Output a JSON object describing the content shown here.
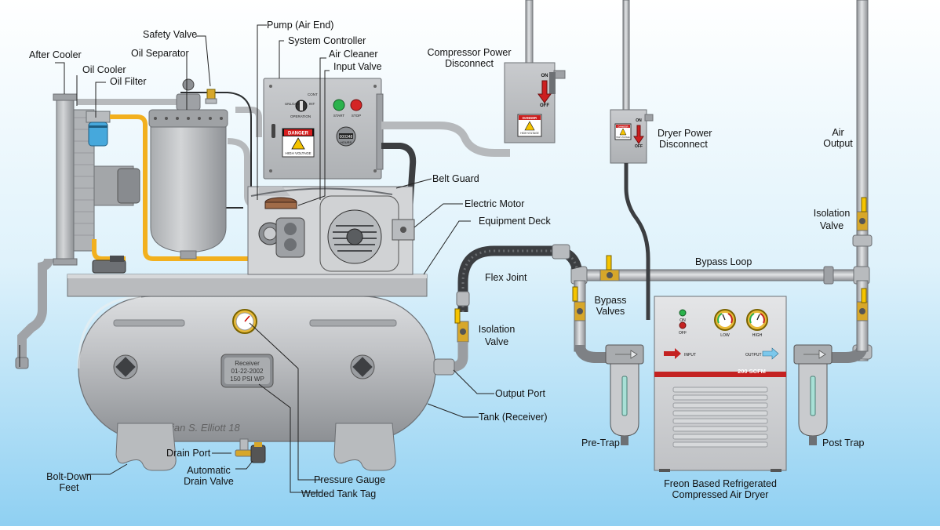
{
  "labels": {
    "after_cooler": "After Cooler",
    "oil_cooler": "Oil Cooler",
    "oil_filter": "Oil Filter",
    "safety_valve": "Safety Valve",
    "oil_separator": "Oil Separator",
    "pump": "Pump (Air End)",
    "system_controller": "System Controller",
    "air_cleaner": "Air Cleaner",
    "input_valve": "Input Valve",
    "compressor_disconnect_1": "Compressor Power",
    "compressor_disconnect_2": "Disconnect",
    "dryer_disconnect_1": "Dryer Power",
    "dryer_disconnect_2": "Disconnect",
    "air_output_1": "Air",
    "air_output_2": "Output",
    "belt_guard": "Belt Guard",
    "electric_motor": "Electric Motor",
    "equipment_deck": "Equipment Deck",
    "isolation_valve_top_1": "Isolation",
    "isolation_valve_top_2": "Valve",
    "bypass_loop": "Bypass Loop",
    "flex_joint": "Flex Joint",
    "bypass_valves_1": "Bypass",
    "bypass_valves_2": "Valves",
    "isolation_valve_left_1": "Isolation",
    "isolation_valve_left_2": "Valve",
    "output_port": "Output Port",
    "tank": "Tank (Receiver)",
    "pre_trap": "Pre-Trap",
    "post_trap": "Post Trap",
    "drain_port": "Drain Port",
    "auto_drain_1": "Automatic",
    "auto_drain_2": "Drain Valve",
    "bolt_down_1": "Bolt-Down",
    "bolt_down_2": "Feet",
    "pressure_gauge": "Pressure Gauge",
    "welded_tag": "Welded Tank Tag",
    "dryer_caption_1": "Freon Based Refrigerated",
    "dryer_caption_2": "Compressed Air Dryer"
  },
  "tank_tag": {
    "line1": "Receiver",
    "line2": "01-22-2002",
    "line3": "150 PSI WP"
  },
  "signature": "Brian S. Elliott 18",
  "controller": {
    "selector_top": "CONT",
    "selector_left": "UNLOAD",
    "selector_right": "INT",
    "selector_bottom": "OPERATION",
    "start": "START",
    "stop": "STOP",
    "danger": "DANGER",
    "high_voltage": "HIGH VOLTAGE",
    "hour_counter": "000348",
    "hours": "HOURS"
  },
  "compressor_box": {
    "on": "ON",
    "off": "OFF",
    "danger": "DANGER",
    "high_voltage": "HIGH VOLTAGE"
  },
  "dryer_box": {
    "on": "ON",
    "off": "OFF",
    "danger": "DANGER",
    "high_voltage": "HIGH VOLTAGE"
  },
  "dryer": {
    "led_on": "ON",
    "led_off": "OFF",
    "gauge_low": "LOW",
    "gauge_high": "HIGH",
    "input": "INPUT",
    "output": "OUTPUT",
    "capacity": "200 SCFM"
  },
  "colors": {
    "background_top": "#ffffff",
    "background_bottom": "#8fd0f2",
    "metal": "#c4c6c9",
    "oil_line": "#f2b01e",
    "valve_handle": "#f5c400",
    "danger_red": "#cc1f1f",
    "oil_filter": "#46a8dc"
  }
}
